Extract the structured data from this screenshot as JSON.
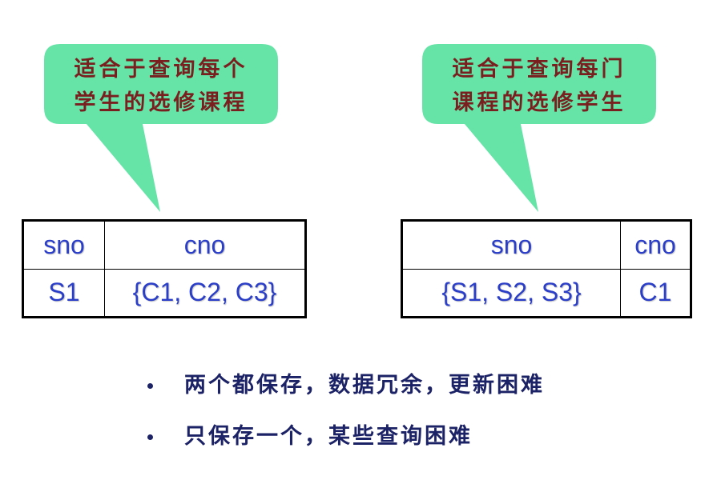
{
  "colors": {
    "callout_fill": "#66e3a7",
    "callout_text": "#7a1f1f",
    "table_text": "#2b3ec8",
    "bullet_text": "#1c2266"
  },
  "callouts": {
    "left": {
      "line1": "适合于查询每个",
      "line2": "学生的选修课程"
    },
    "right": {
      "line1": "适合于查询每门",
      "line2": "课程的选修学生"
    }
  },
  "tables": {
    "left": {
      "headers": [
        "sno",
        "cno"
      ],
      "row": [
        "S1",
        "{C1, C2, C3}"
      ]
    },
    "right": {
      "headers": [
        "sno",
        "cno"
      ],
      "row": [
        "{S1, S2, S3}",
        "C1"
      ]
    }
  },
  "bullets": [
    "两个都保存，数据冗余，更新困难",
    "只保存一个，某些查询困难"
  ]
}
